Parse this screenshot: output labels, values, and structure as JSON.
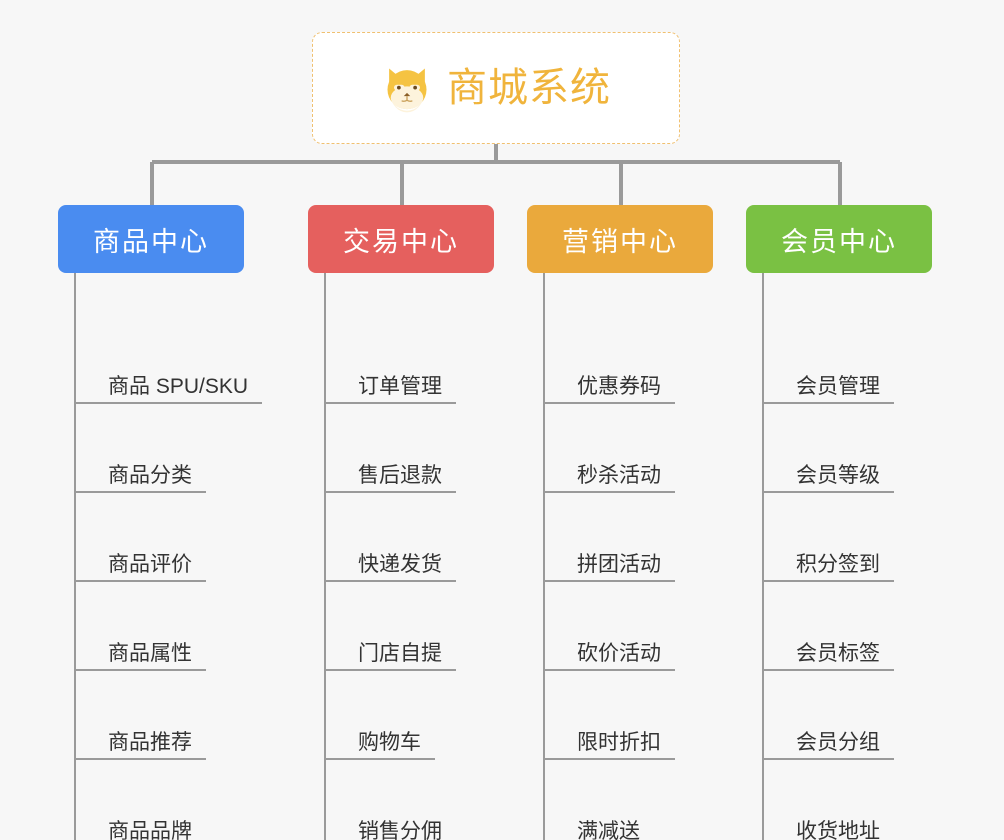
{
  "page": {
    "background_color": "#f7f7f7",
    "line_color": "#9a9a9a"
  },
  "root": {
    "title": "商城系统",
    "icon": "shiba-dog-face-icon",
    "text_color": "#f0b43c",
    "border_color": "#f0c070",
    "background_color": "#ffffff"
  },
  "columns": [
    {
      "label": "商品中心",
      "color": "#4a8cf0",
      "items": [
        "商品 SPU/SKU",
        "商品分类",
        "商品评价",
        "商品属性",
        "商品推荐",
        "商品品牌"
      ]
    },
    {
      "label": "交易中心",
      "color": "#e5605e",
      "items": [
        "订单管理",
        "售后退款",
        "快递发货",
        "门店自提",
        "购物车",
        "销售分佣"
      ]
    },
    {
      "label": "营销中心",
      "color": "#eaa93c",
      "items": [
        "优惠券码",
        "秒杀活动",
        "拼团活动",
        "砍价活动",
        "限时折扣",
        "满减送"
      ]
    },
    {
      "label": "会员中心",
      "color": "#7ac143",
      "items": [
        "会员管理",
        "会员等级",
        "积分签到",
        "会员标签",
        "会员分组",
        "收货地址"
      ]
    }
  ]
}
